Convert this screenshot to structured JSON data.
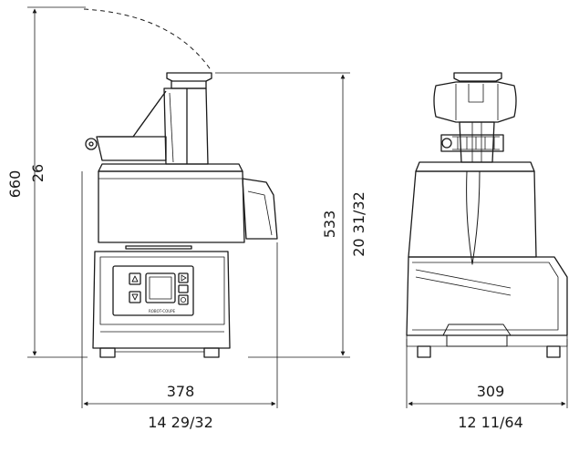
{
  "dimensions": {
    "height_mm": "660",
    "height_in": "26",
    "body_height_mm": "533",
    "body_height_in": "20 31/32",
    "width_mm": "378",
    "width_in": "14 29/32",
    "depth_mm": "309",
    "depth_in": "12 11/64"
  },
  "panel": {
    "brand": "ROBOT-COUPE"
  },
  "colors": {
    "line": "#1a1a1a",
    "background": "#ffffff"
  }
}
